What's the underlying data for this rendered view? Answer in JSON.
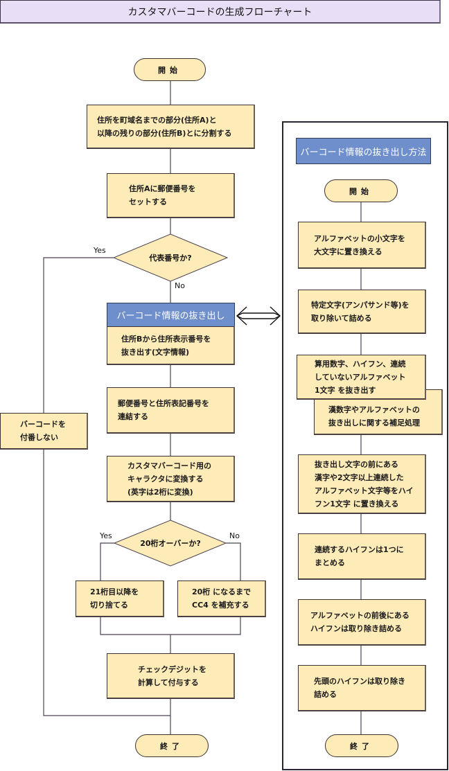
{
  "title": "カスタマバーコードの生成フローチャート",
  "main_flow": {
    "start": "開始",
    "step_split": "住所を町域名までの部分(住所A)と\n以降の残りの部分(住所B)とに分割する",
    "step_set_zip": "住所Aに郵便番号を\nセットする",
    "decision_representative": "代表番号か?",
    "yes_label": "Yes",
    "no_label": "No",
    "extract_header": "バーコード情報の抜き出し",
    "step_extract": "住所Bから住所表示番号を\n抜き出す(文字情報)",
    "step_no_barcode": "バーコードを\n付番しない",
    "step_concat": "郵便番号と住所表記番号を\n連結する",
    "step_convert": "カスタマバーコード用の\nキャラクタに変換する\n(英字は2桁に変換)",
    "decision_over20": "20桁オーバーか?",
    "yes_label2": "Yes",
    "no_label2": "No",
    "step_truncate": "21桁目以降を\n切り捨てる",
    "step_pad": "20桁 になるまで\nCC4 を補充する",
    "step_checkdigit": "チェックデジットを\n計算して付与する",
    "end": "終了"
  },
  "sub_flow": {
    "header": "バーコード情報の抜き出し方法",
    "start": "開始",
    "step1": "アルファベットの小文字を\n大文字に置き換える",
    "step2": "特定文字(アンパサンド等)を\n取り除いて詰める",
    "step3": "算用数字、ハイフン、連続\nしていないアルファベット\n1文字 を抜き出す",
    "step3_supplement": "漢数字やアルファベットの\n抜き出しに関する補足処理",
    "step4": "抜き出し文字の前にある\n漢字や2文字以上連続した\nアルファベット文字等をハイ\nフン1文字 に置き換える",
    "step5": "連続するハイフンは1つに\nまとめる",
    "step6": "アルファベットの前後にある\nハイフンは取り除き詰める",
    "step7": "先頭のハイフンは取り除き\n詰める",
    "end": "終了"
  },
  "colors": {
    "process_fill": "#fdebb8",
    "header_fill": "#6e8fcc",
    "title_fill": "#e8dff7",
    "line": "#4a4250"
  }
}
